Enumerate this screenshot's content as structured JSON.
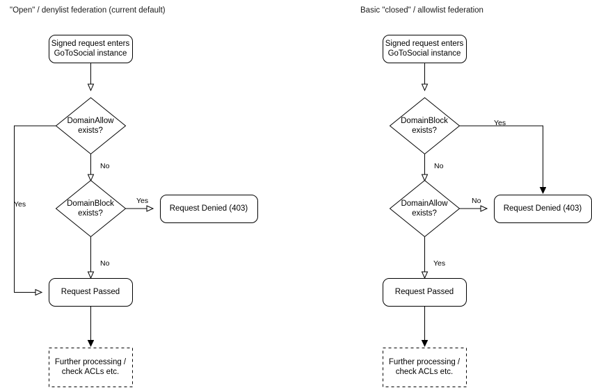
{
  "diagrams": [
    {
      "title": "\"Open\" / denylist federation (current default)",
      "nodes": {
        "start": "Signed request enters\nGoToSocial instance",
        "decision1": "DomainAllow\nexists?",
        "decision2": "DomainBlock\nexists?",
        "denied": "Request Denied (403)",
        "passed": "Request Passed",
        "further": "Further processing /\ncheck ACLs etc."
      },
      "edges": {
        "allow_yes": "Yes",
        "allow_no": "No",
        "block_yes": "Yes",
        "block_no": "No"
      }
    },
    {
      "title": "Basic \"closed\" / allowlist federation",
      "nodes": {
        "start": "Signed request enters\nGoToSocial instance",
        "decision1": "DomainBlock\nexists?",
        "decision2": "DomainAllow\nexists?",
        "denied": "Request Denied (403)",
        "passed": "Request Passed",
        "further": "Further processing /\ncheck ACLs etc."
      },
      "edges": {
        "block_yes": "Yes",
        "block_no": "No",
        "allow_no": "No",
        "allow_yes": "Yes"
      }
    }
  ],
  "style": {
    "stroke": "#000000",
    "fill": "#ffffff",
    "text": "#000000"
  }
}
